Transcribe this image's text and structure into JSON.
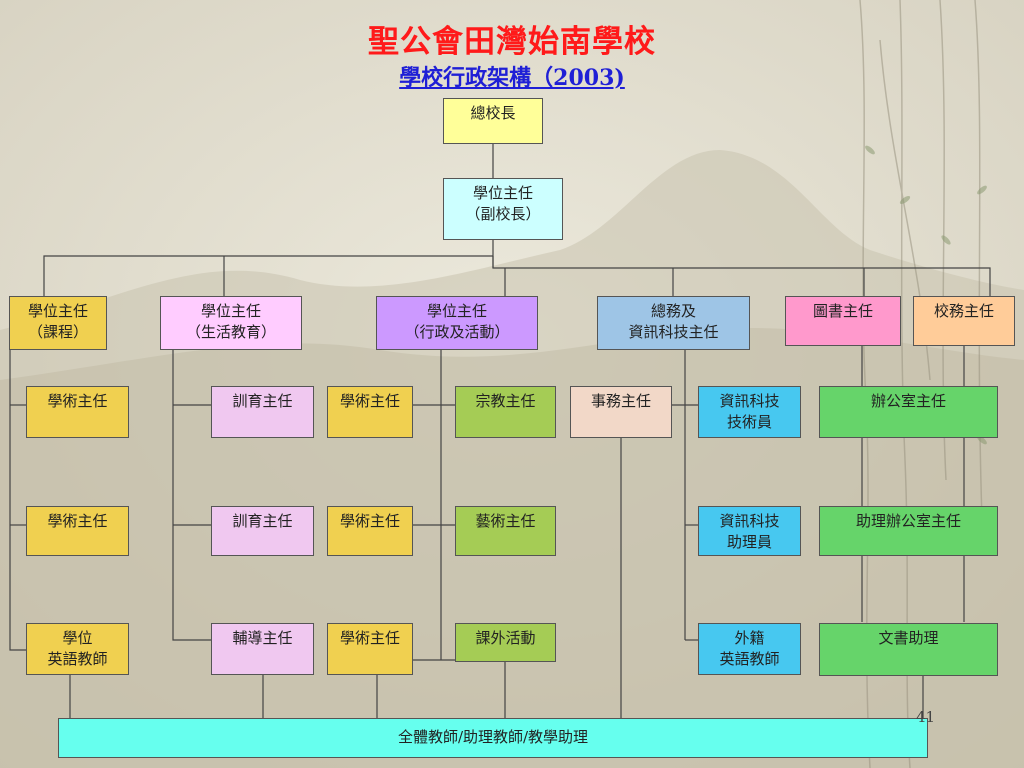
{
  "header": {
    "school_name": "聖公會田灣始南學校",
    "chart_title": "學校行政架構（2003)"
  },
  "colors": {
    "yellow": "#ffff99",
    "gold": "#f0d050",
    "cyan": "#ccffff",
    "pink": "#ffccff",
    "lilac": "#cc99ff",
    "steel": "#9ec5e6",
    "rose": "#ff99cc",
    "peach": "#ffcc99",
    "green_olive": "#a5cc55",
    "beige": "#f2d8c8",
    "sky": "#47c8f0",
    "lavender": "#f0c8f0",
    "green": "#66d46a",
    "aqua": "#66ffee"
  },
  "nodes": {
    "principal": "總校長",
    "vice": "學位主任\n（副校長）",
    "head_curriculum": "學位主任\n（課程）",
    "head_life": "學位主任\n（生活教育）",
    "head_admin": "學位主任\n（行政及活動）",
    "head_general_it": "總務及\n資訊科技主任",
    "librarian": "圖書主任",
    "affairs_head": "校務主任",
    "academic_1": "學術主任",
    "academic_2": "學術主任",
    "degree_english": "學位\n英語教師",
    "discipline_1": "訓育主任",
    "discipline_2": "訓育主任",
    "guidance": "輔導主任",
    "academic_3": "學術主任",
    "academic_4": "學術主任",
    "academic_5": "學術主任",
    "religion": "宗教主任",
    "arts": "藝術主任",
    "ecA": "課外活動",
    "general_affairs": "事務主任",
    "it_tech": "資訊科技\n技術員",
    "it_assist": "資訊科技\n助理員",
    "net_teacher": "外籍\n英語教師",
    "office_head": "辦公室主任",
    "office_assist_head": "助理辦公室主任",
    "clerk": "文書助理",
    "all_staff": "全體教師/助理教師/教學助理"
  },
  "slide_number": "41"
}
